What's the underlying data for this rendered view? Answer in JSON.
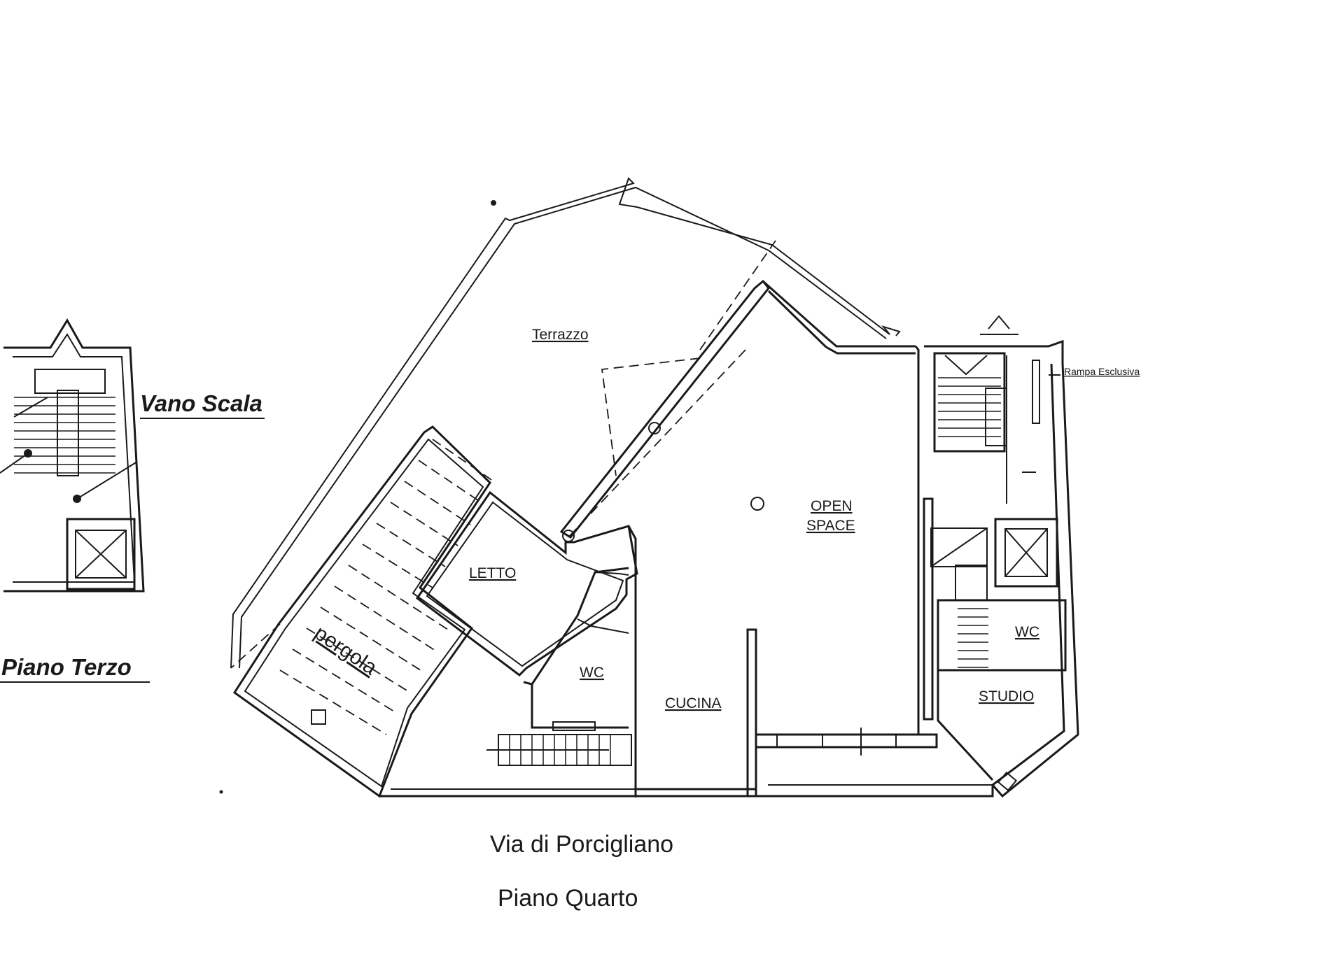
{
  "labels": {
    "terrazzo": "Terrazzo",
    "open_space_line1": "OPEN",
    "open_space_line2": "SPACE",
    "letto": "LETTO",
    "wc_left": "WC",
    "wc_right": "WC",
    "cucina": "CUCINA",
    "studio": "STUDIO",
    "pergola": "pergola",
    "rampa": "Rampa Esclusiva",
    "vano_scala": "Vano Scala",
    "piano_terzo": "Piano Terzo",
    "street": "Via di Porcigliano",
    "piano_quarto": "Piano Quarto"
  },
  "colors": {
    "ink": "#1a1a1a",
    "paper": "#ffffff"
  }
}
